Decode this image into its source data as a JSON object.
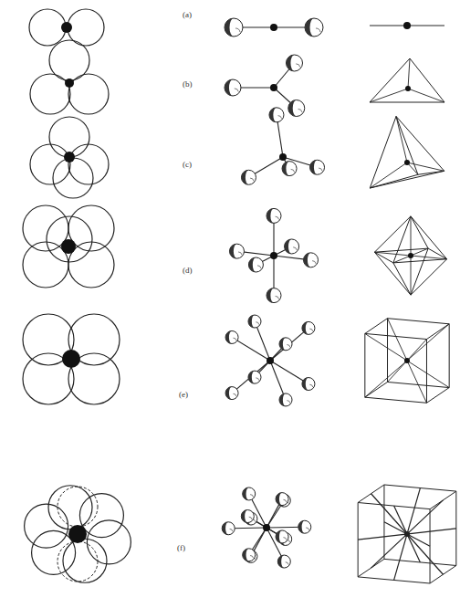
{
  "diagram": {
    "labels": [
      "(a)",
      "(b)",
      "(c)",
      "(d)",
      "(e)",
      "(f)"
    ]
  }
}
